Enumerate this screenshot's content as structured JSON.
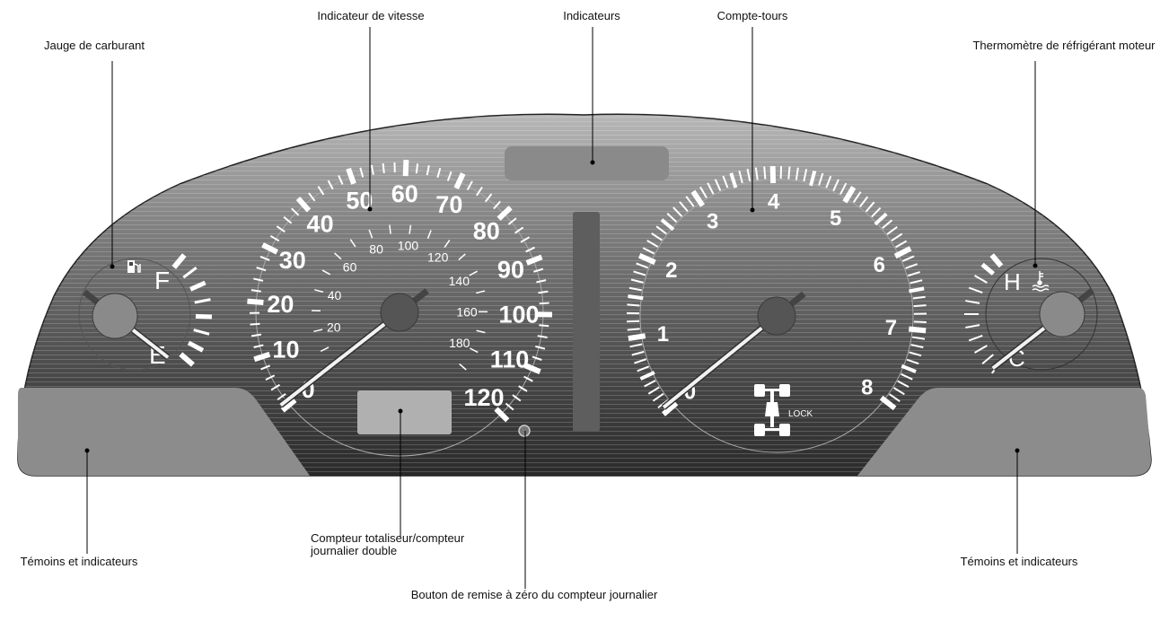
{
  "callouts": {
    "fuel_gauge": "Jauge de carburant",
    "speedometer": "Indicateur de vitesse",
    "indicators_top": "Indicateurs",
    "tachometer": "Compte-tours",
    "coolant_thermometer": "Thermomètre de réfrigérant moteur",
    "warning_lights_left": "Témoins et indicateurs",
    "warning_lights_right": "Témoins et indicateurs",
    "odometer_line1": "Compteur totaliseur/compteur",
    "odometer_line2": "journalier double",
    "trip_reset": "Bouton de remise à zéro du compteur journalier"
  },
  "gauges": {
    "speed_mph_labels": [
      "0",
      "10",
      "20",
      "30",
      "40",
      "50",
      "60",
      "70",
      "80",
      "90",
      "100",
      "110",
      "120"
    ],
    "speed_kmh_labels": [
      "20",
      "40",
      "60",
      "80",
      "100",
      "120",
      "140",
      "160",
      "180"
    ],
    "tach_labels": [
      "0",
      "1",
      "2",
      "3",
      "4",
      "5",
      "6",
      "7",
      "8"
    ],
    "fuel_full": "F",
    "fuel_empty": "E",
    "temp_hot": "H",
    "temp_cold": "C",
    "lock_label": "LOCK"
  },
  "icons": [
    "fuel-pump-icon",
    "coolant-temperature-icon",
    "four-wheel-drive-lock-icon"
  ],
  "colors": {
    "panel_dark": "#2e2e2e",
    "panel_light": "#b4b4b4",
    "lower_panel": "#8c8c8c",
    "text": "#ffffff"
  }
}
